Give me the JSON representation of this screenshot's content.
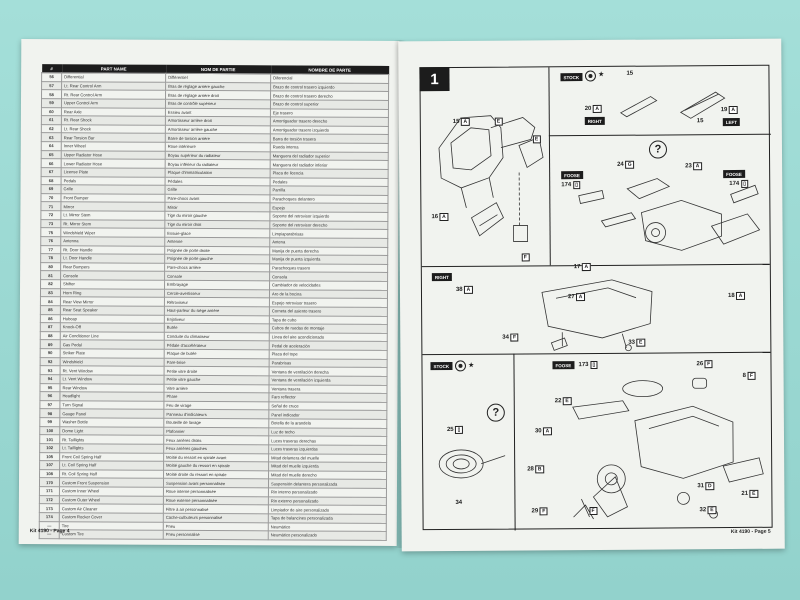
{
  "left_page": {
    "headers": {
      "num": "#",
      "name": "PART NAME",
      "fr": "NOM DE PARTIE",
      "es": "NOMBRE DE PARTE"
    },
    "rows": [
      [
        "56",
        "Differential",
        "Différentiel",
        "Diferencial"
      ],
      [
        "57",
        "Lt. Rear Control Arm",
        "Bras de réglage arrière gauche",
        "Brazo de control trasero izquierdo"
      ],
      [
        "58",
        "Rt. Rear Control Arm",
        "Bras de réglage arrière droit",
        "Brazo de control trasero derecho"
      ],
      [
        "59",
        "Upper Control Arm",
        "Bras de contrôle supérieur",
        "Brazo de control superior"
      ],
      [
        "60",
        "Rear Axle",
        "Essieu avant",
        "Eje trasero"
      ],
      [
        "61",
        "Rt. Rear Shock",
        "Amortisseur arrière droit",
        "Amortiguador trasero derecho"
      ],
      [
        "62",
        "Lt. Rear Shock",
        "Amortisseur arrière gauche",
        "Amortiguador trasero izquierdo"
      ],
      [
        "63",
        "Rear Torsion Bar",
        "Barre de torsion arrière",
        "Barra de torsión trasera"
      ],
      [
        "64",
        "Inner Wheel",
        "Roue intérieure",
        "Rueda interna"
      ],
      [
        "65",
        "Upper Radiator Hose",
        "Boyau supérieur du radiateur",
        "Manguera del radiador superior"
      ],
      [
        "66",
        "Lower Radiator Hose",
        "Boyau inférieur du radiateur",
        "Manguera del radiador inferior"
      ],
      [
        "67",
        "License Plate",
        "Plaque d'immatriculation",
        "Placa de licencia"
      ],
      [
        "68",
        "Pedals",
        "Pédales",
        "Pedales"
      ],
      [
        "69",
        "Grille",
        "Grille",
        "Parrilla"
      ],
      [
        "70",
        "Front Bumper",
        "Pare-chocs avant",
        "Parachoques delantero"
      ],
      [
        "71",
        "Mirror",
        "Miroir",
        "Espejo"
      ],
      [
        "72",
        "Lt. Mirror Stem",
        "Tige du miroir gauche",
        "Soporte del retrovisor izquierdo"
      ],
      [
        "73",
        "Rt. Mirror Stem",
        "Tige du miroir droit",
        "Soporte del retrovisor derecho"
      ],
      [
        "75",
        "Windshield Wiper",
        "Essuie-glace",
        "Limpiaparabrisas"
      ],
      [
        "76",
        "Antenna",
        "Antenne",
        "Antena"
      ],
      [
        "77",
        "Rt. Door Handle",
        "Poignée de porte droite",
        "Manija de puerta derecha"
      ],
      [
        "78",
        "Lt. Door Handle",
        "Poignée de porte gauche",
        "Manija de puerta izquierda"
      ],
      [
        "80",
        "Rear Bumpers",
        "Pare-chocs arrière",
        "Parachoques trasero"
      ],
      [
        "81",
        "Console",
        "Console",
        "Consola"
      ],
      [
        "82",
        "Shifter",
        "Embrayage",
        "Cambiador de velocidades"
      ],
      [
        "83",
        "Horn Ring",
        "Cercle-avertisseur",
        "Aro de la bocina"
      ],
      [
        "84",
        "Rear View Mirror",
        "Rétroviseur",
        "Espejo retrovisor trasero"
      ],
      [
        "85",
        "Rear Seat Speaker",
        "Haut-parleur du siège arrière",
        "Corneta del asiento trasero"
      ],
      [
        "86",
        "Hubcap",
        "Enjoliveur",
        "Tapa de cubo"
      ],
      [
        "87",
        "Knock-Off",
        "Butée",
        "Cubos de ruedas de montaje"
      ],
      [
        "88",
        "Air Conditioner Line",
        "Conduite du climatiseur",
        "Línea del aire acondicionado"
      ],
      [
        "89",
        "Gas Pedal",
        "Pédale d'accélérateur",
        "Pedal de aceleración"
      ],
      [
        "90",
        "Striker Plate",
        "Plaque de butée",
        "Placa del tope"
      ],
      [
        "92",
        "Windshield",
        "Pare-brise",
        "Parabrisas"
      ],
      [
        "93",
        "Rt. Vent Window",
        "Petite vitre droite",
        "Ventana de ventilación derecha"
      ],
      [
        "94",
        "Lt. Vent Window",
        "Petite vitre gauche",
        "Ventana de ventilación izquierda"
      ],
      [
        "95",
        "Rear Window",
        "Vitre arrière",
        "Ventana trasera"
      ],
      [
        "96",
        "Headlight",
        "Phare",
        "Faro reflector"
      ],
      [
        "97",
        "Turn Signal",
        "Feu de virage",
        "Señal de cruce"
      ],
      [
        "98",
        "Gauge Panel",
        "Panneau d'indicateurs",
        "Panel indicador"
      ],
      [
        "99",
        "Washer Bottle",
        "Bouteille de lavage",
        "Botella de la arandela"
      ],
      [
        "100",
        "Dome Light",
        "Plafonnier",
        "Luz de techo"
      ],
      [
        "101",
        "Rt. Taillights",
        "Feux arrières droits",
        "Luces traseras derechas"
      ],
      [
        "102",
        "Lt. Taillights",
        "Feux arrières gauches",
        "Luces traseras izquierdas"
      ],
      [
        "105",
        "Front Coil Spring Half",
        "Moitié du ressort en spirale avant",
        "Mitad delantera del muelle"
      ],
      [
        "107",
        "Lt. Coil Spring Half",
        "Moitié gauche du ressort en spirale",
        "Mitad del muelle izquierda"
      ],
      [
        "108",
        "Rt. Coil Spring Half",
        "Moitié droite du ressort en spirale",
        "Mitad del muelle derecho"
      ],
      [
        "170",
        "Custom Front Suspension",
        "Suspension avant personnalisée",
        "Suspensión delantera personalizada"
      ],
      [
        "171",
        "Custom Inner Wheel",
        "Roue interne personnalisée",
        "Rin interno personalizado"
      ],
      [
        "172",
        "Custom Outer Wheel",
        "Roue externe personnalisée",
        "Rin externo personalizado"
      ],
      [
        "173",
        "Custom Air Cleaner",
        "Filtre à air personnalisé",
        "Limpiador de aire personalizado"
      ],
      [
        "174",
        "Custom Rocker Cover",
        "Cache-culbuteurs personnalisé",
        "Tapa de balancines personalizada"
      ],
      [
        "—",
        "Tire",
        "Pneu",
        "Neumático"
      ],
      [
        "—",
        "Custom Tire",
        "Pneu personnalisé",
        "Neumático personalizado"
      ]
    ],
    "footer": "Kit 4190 - Page 4"
  },
  "right_page": {
    "step_number": "1",
    "stock_label": "STOCK",
    "foose_label": "FOOSE",
    "right_label": "RIGHT",
    "left_label": "LEFT",
    "question_mark": "?",
    "star": "★",
    "part_labels": {
      "p15a": "15",
      "p15a_box": "A",
      "pE1": "E",
      "pE2": "E",
      "p16": "16",
      "p16_box": "A",
      "p38": "38",
      "p38_box": "A",
      "pF": "F",
      "p15_top": "15",
      "p20": "20",
      "p20_box": "A",
      "p19": "19",
      "p19_box": "A",
      "p15_bottom": "15",
      "p24": "24",
      "p24_box": "G",
      "p23": "23",
      "p23_box": "A",
      "p174a": "174",
      "p174a_box": "▯",
      "p174b": "174",
      "p174b_box": "▯",
      "p17": "17",
      "p17_box": "A",
      "p27": "27",
      "p27_box": "A",
      "p18": "18",
      "p18_box": "A",
      "p34": "34",
      "p34_box": "F",
      "p33": "33",
      "p33_box": "E",
      "p173": "173",
      "p173_box": "▯",
      "p26": "26",
      "p26_box": "F",
      "p8": "8",
      "p8_box": "F",
      "p22": "22",
      "p22_box": "E",
      "p30": "30",
      "p30_box": "A",
      "p25": "25",
      "p25_box": "▯",
      "p34b": "34",
      "p28": "28",
      "p28_box": "B",
      "p31": "31",
      "p31_box": "D",
      "p21": "21",
      "p21_box": "E",
      "p29": "29",
      "p29_box": "F",
      "p32": "32",
      "p32_box": "E",
      "pF2": "F"
    },
    "footer": "Kit 4190 - Page 5"
  }
}
